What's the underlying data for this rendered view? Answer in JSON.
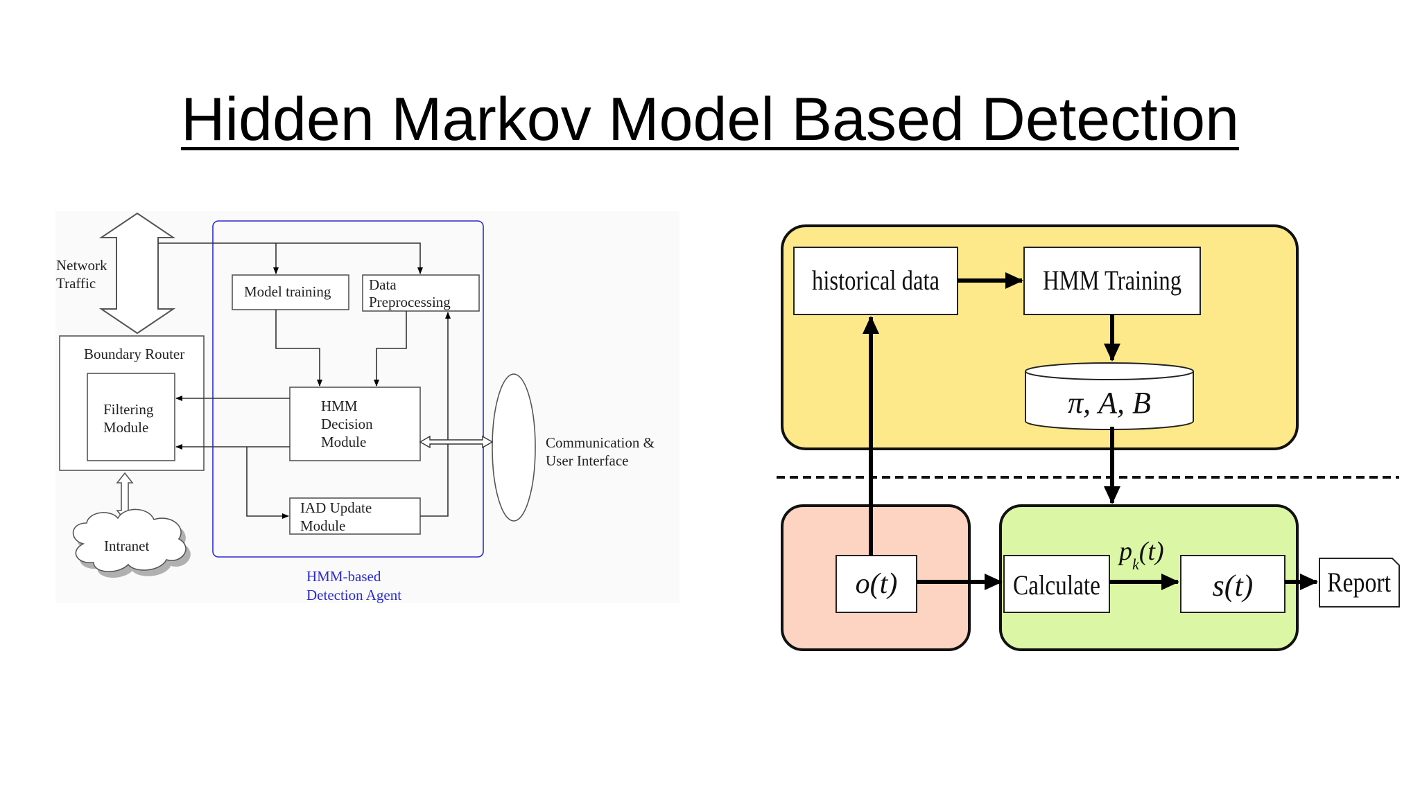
{
  "title": "Hidden Markov Model Based Detection",
  "left_diagram": {
    "network_traffic": [
      "Network",
      "Traffic"
    ],
    "boundary_router": "Boundary Router",
    "filtering_module": [
      "Filtering",
      "Module"
    ],
    "intranet": "Intranet",
    "model_training": "Model training",
    "data_preprocessing": [
      "Data",
      "Preprocessing"
    ],
    "hmm_decision_module": [
      "HMM",
      "Decision",
      "Module"
    ],
    "iad_update_module": [
      "IAD Update",
      "Module"
    ],
    "communication": [
      "Communication &",
      "User Interface"
    ],
    "agent_label": [
      "HMM-based",
      "Detection Agent"
    ],
    "agent_color": "#2a2ad0"
  },
  "right_diagram": {
    "historical_data": "historical data",
    "hmm_training": "HMM Training",
    "params": "π, A, B",
    "observation": "o(t)",
    "calculate": "Calculate",
    "probability": "p",
    "probability_sub": "k",
    "probability_arg": "(t)",
    "state": "s(t)",
    "report": "Report",
    "colors": {
      "top_panel": "#fde98a",
      "bottom_left_panel": "#fdd3c1",
      "bottom_right_panel": "#dbf7a6"
    }
  }
}
